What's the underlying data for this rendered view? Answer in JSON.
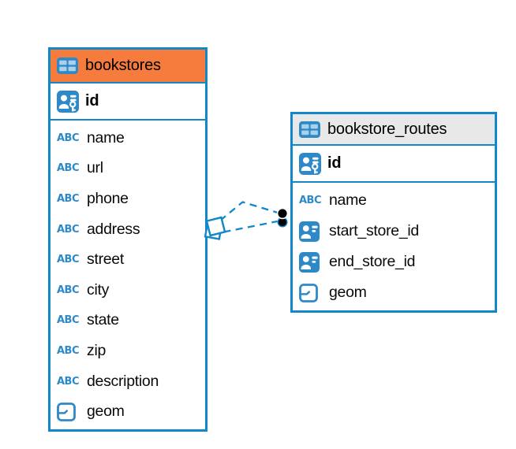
{
  "diagram": {
    "kind": "entity-relationship",
    "background": "#ffffff"
  },
  "colors": {
    "accent_blue": "#1287C9",
    "icon_blue": "#2E89C9",
    "bookstores_header": "#F67C3D",
    "routes_header": "#E8E8E8",
    "relationship_line": "#1287C9",
    "endpoint_dot": "#000000",
    "text": "#0A0A0A"
  },
  "icons": {
    "text_icon_label": "ABC"
  },
  "tables": [
    {
      "name": "bookstores",
      "header_style": "orange",
      "icon": "table-icon",
      "primary_key": {
        "name": "id",
        "icon": "primary-key-icon"
      },
      "columns": [
        {
          "name": "name",
          "icon": "text-icon"
        },
        {
          "name": "url",
          "icon": "text-icon"
        },
        {
          "name": "phone",
          "icon": "text-icon"
        },
        {
          "name": "address",
          "icon": "text-icon"
        },
        {
          "name": "street",
          "icon": "text-icon"
        },
        {
          "name": "city",
          "icon": "text-icon"
        },
        {
          "name": "state",
          "icon": "text-icon"
        },
        {
          "name": "zip",
          "icon": "text-icon"
        },
        {
          "name": "description",
          "icon": "text-icon"
        },
        {
          "name": "geom",
          "icon": "geometry-icon"
        }
      ]
    },
    {
      "name": "bookstore_routes",
      "header_style": "gray",
      "icon": "table-icon",
      "primary_key": {
        "name": "id",
        "icon": "primary-key-icon"
      },
      "columns": [
        {
          "name": "name",
          "icon": "text-icon"
        },
        {
          "name": "start_store_id",
          "icon": "reference-id-icon"
        },
        {
          "name": "end_store_id",
          "icon": "reference-id-icon"
        },
        {
          "name": "geom",
          "icon": "geometry-icon"
        }
      ]
    }
  ],
  "relationship": {
    "from_table": "bookstores",
    "to_table": "bookstore_routes",
    "line_style": "dashed",
    "line_count": 2,
    "source_marker": "double-diamond",
    "target_marker": "double-black-dot"
  }
}
